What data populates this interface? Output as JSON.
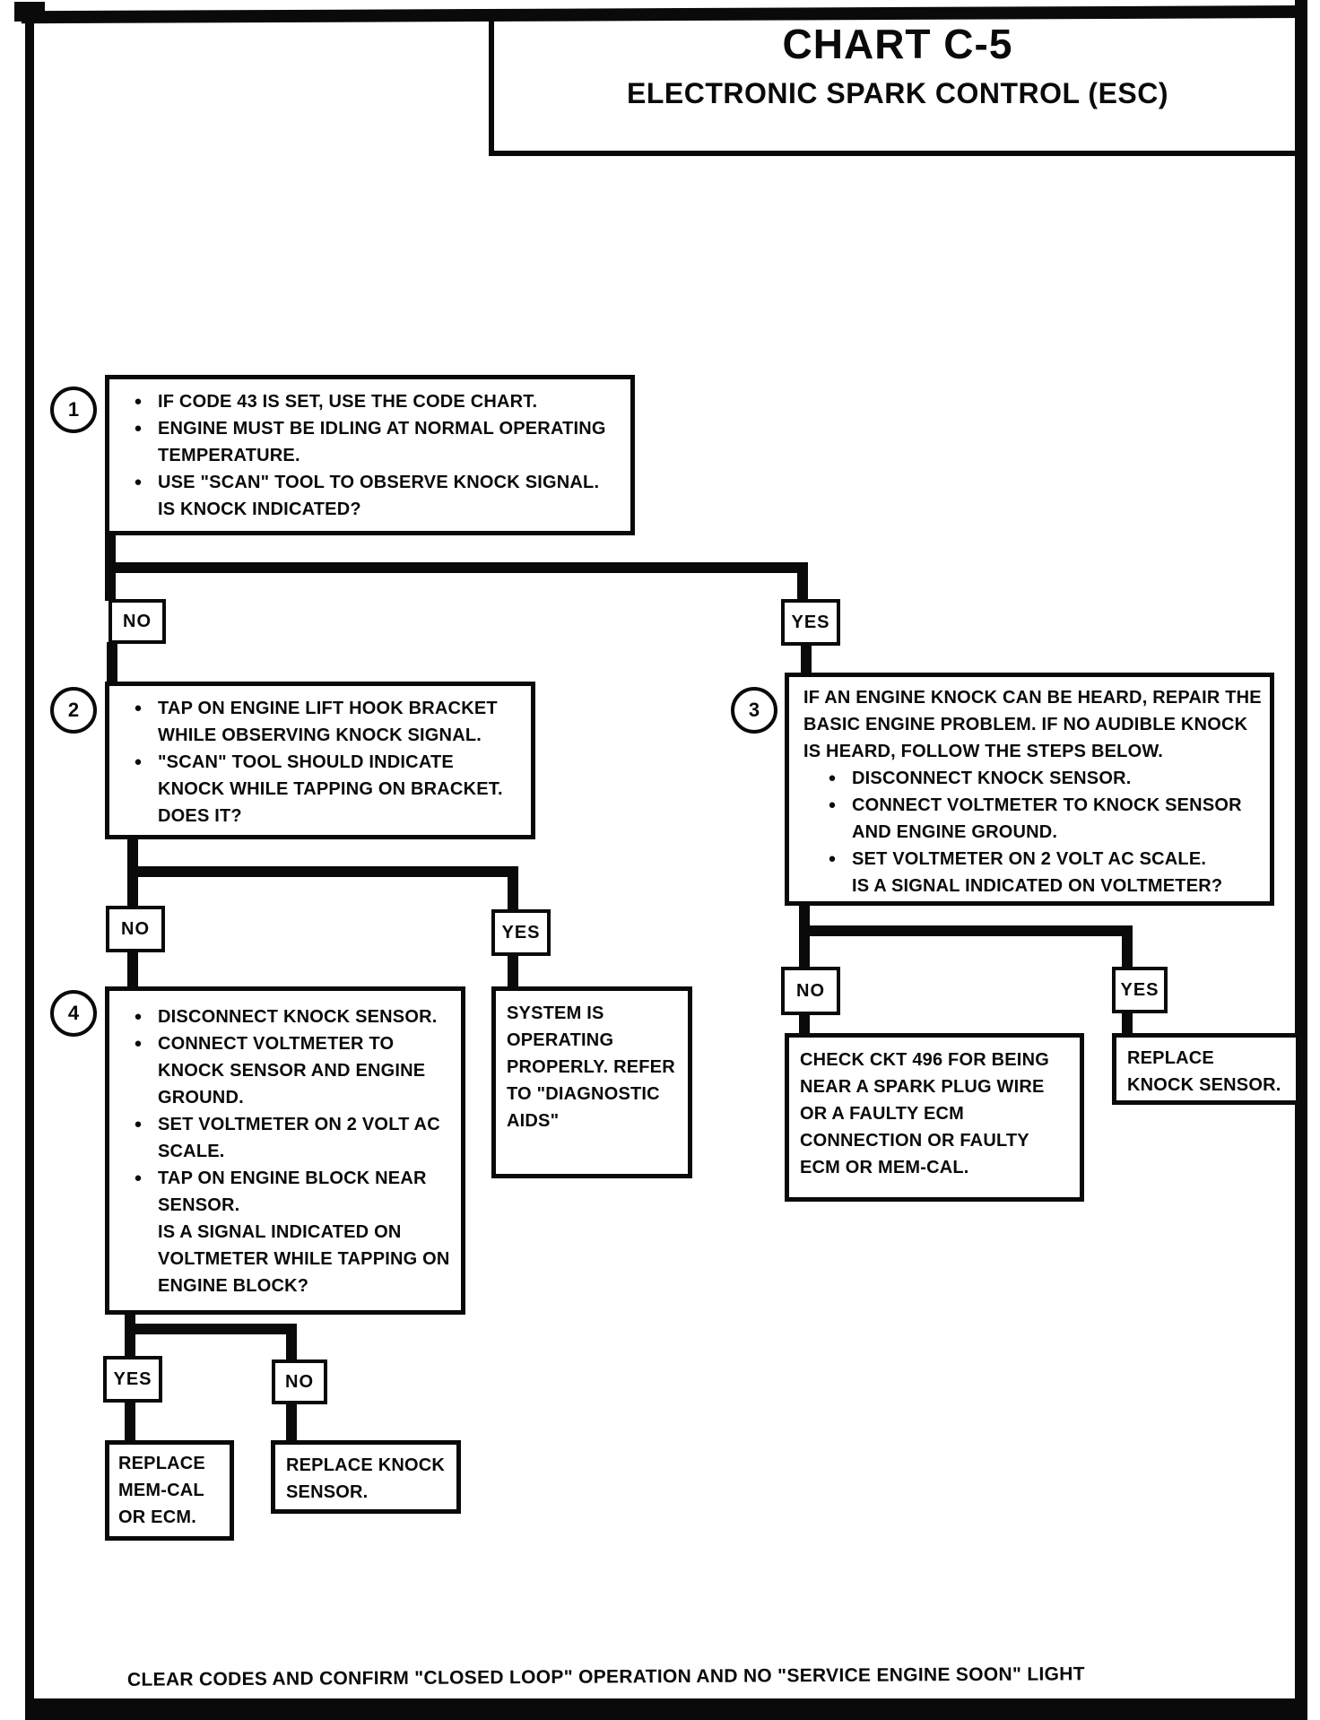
{
  "colors": {
    "ink": "#0a0a0a",
    "paper": "#ffffff"
  },
  "icons": {
    "bullet": "●"
  },
  "title": {
    "chart": "CHART C-5",
    "subtitle": "ELECTRONIC SPARK CONTROL (ESC)"
  },
  "decision": {
    "yes": "YES",
    "no": "NO"
  },
  "step1": {
    "number": "1",
    "bullet1": "IF CODE 43 IS SET, USE THE CODE CHART.",
    "bullet2": "ENGINE MUST BE IDLING AT NORMAL OPERATING TEMPERATURE.",
    "bullet3": "USE \"SCAN\" TOOL TO OBSERVE KNOCK SIGNAL.",
    "question": "IS KNOCK INDICATED?"
  },
  "step2": {
    "number": "2",
    "bullet1": "TAP ON ENGINE LIFT HOOK BRACKET WHILE OBSERVING KNOCK SIGNAL.",
    "bullet2": "\"SCAN\" TOOL SHOULD INDICATE KNOCK WHILE TAPPING ON BRACKET.",
    "question": "DOES IT?"
  },
  "step3": {
    "number": "3",
    "intro": "IF AN ENGINE KNOCK CAN BE HEARD, REPAIR THE BASIC ENGINE PROBLEM.  IF NO AUDIBLE KNOCK IS HEARD, FOLLOW THE STEPS BELOW.",
    "bullet1": "DISCONNECT KNOCK SENSOR.",
    "bullet2": "CONNECT VOLTMETER TO KNOCK SENSOR AND ENGINE GROUND.",
    "bullet3": "SET VOLTMETER ON 2 VOLT AC SCALE.",
    "question": "IS A SIGNAL INDICATED ON VOLTMETER?"
  },
  "step4": {
    "number": "4",
    "bullet1": "DISCONNECT KNOCK SENSOR.",
    "bullet2": "CONNECT VOLTMETER TO KNOCK SENSOR AND ENGINE GROUND.",
    "bullet3": "SET VOLTMETER ON 2 VOLT AC SCALE.",
    "bullet4": "TAP ON ENGINE BLOCK NEAR SENSOR.",
    "question": "IS A SIGNAL INDICATED ON VOLTMETER WHILE TAPPING ON ENGINE BLOCK?"
  },
  "outcomes": {
    "system_ok": "SYSTEM IS OPERATING PROPERLY.  REFER TO \"DIAGNOSTIC AIDS\"",
    "check_ckt496": "CHECK CKT 496 FOR BEING NEAR A SPARK PLUG WIRE OR A FAULTY ECM CONNECTION OR FAULTY ECM OR MEM-CAL.",
    "replace_knock_sensor": "REPLACE KNOCK SENSOR.",
    "replace_memcal_or_ecm": "REPLACE MEM-CAL OR ECM."
  },
  "footer": "CLEAR CODES AND CONFIRM \"CLOSED LOOP\" OPERATION AND NO  \"SERVICE ENGINE SOON\" LIGHT"
}
